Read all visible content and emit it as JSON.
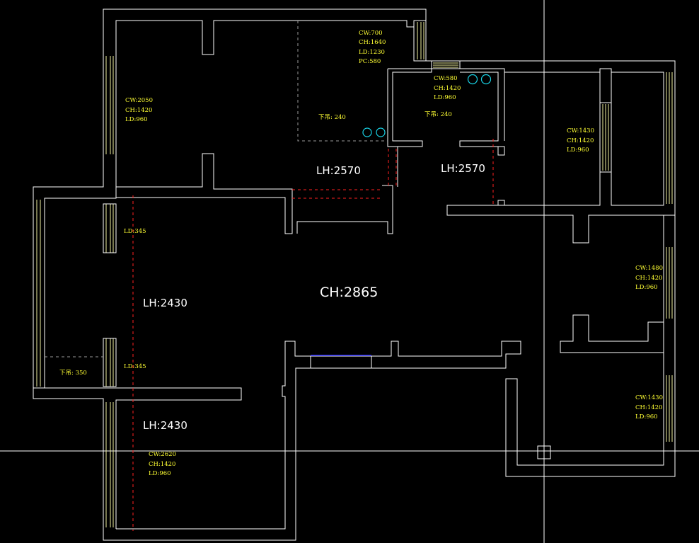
{
  "colors": {
    "background": "#000000",
    "walls": "#ffffff",
    "height_labels": "#ffffff",
    "window_labels": "#ffff33",
    "dashed_lines": "#ff2020",
    "fixtures": "#19d3e6"
  },
  "height_labels": {
    "ch_main": "CH:2865",
    "lh_upper_left": "LH:2570",
    "lh_upper_right": "LH:2570",
    "lh_living": "LH:2430",
    "lh_lower": "LH:2430"
  },
  "window_labels": {
    "top_small": [
      "CW:700",
      "CH:1640",
      "LD:1230",
      "PC:580"
    ],
    "left_bedroom": [
      "CW:2050",
      "CH:1420",
      "LD:960"
    ],
    "bathroom": [
      "CW:580",
      "CH:1420",
      "LD:960"
    ],
    "right_top_room": [
      "CW:1430",
      "CH:1420",
      "LD:960"
    ],
    "right_middle_room": [
      "CW:1480",
      "CH:1420",
      "LD:960"
    ],
    "right_bottom_room": [
      "CW:1430",
      "CH:1420",
      "LD:960"
    ],
    "lower_left_room": [
      "CW:2620",
      "CH:1420",
      "LD:960"
    ],
    "living_upper": [
      "LD:345"
    ],
    "living_lower": [
      "LD:345"
    ]
  },
  "drop_labels": {
    "left_bedroom_drop": "下吊: 240",
    "bathroom_drop": "下吊: 240",
    "balcony_drop": "下吊: 350"
  }
}
